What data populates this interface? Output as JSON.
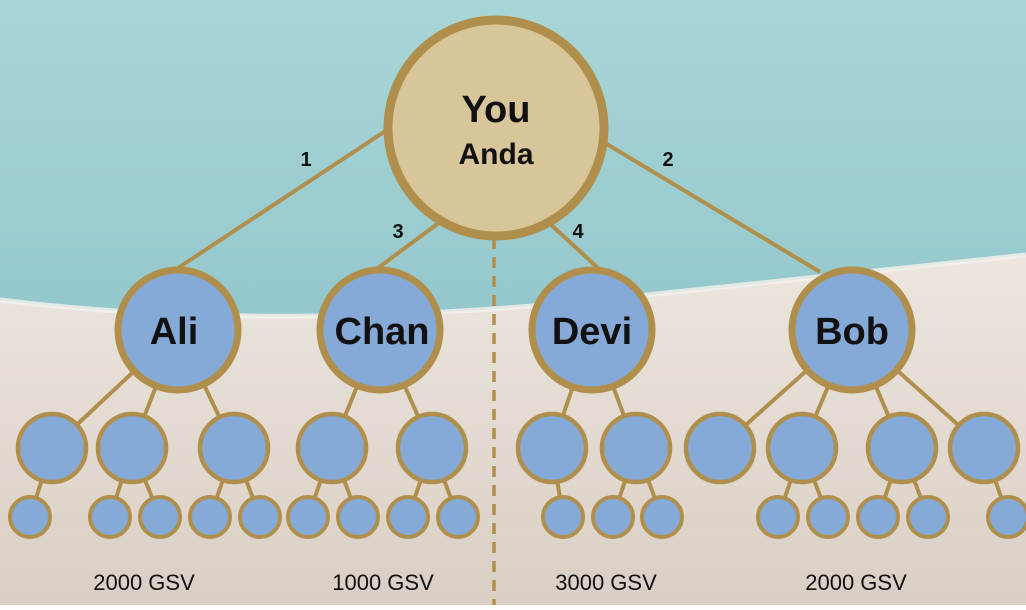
{
  "root": {
    "title": "You",
    "subtitle": "Anda"
  },
  "edges": {
    "ali": "1",
    "bob": "2",
    "chan": "3",
    "devi": "4"
  },
  "members": {
    "ali": "Ali",
    "chan": "Chan",
    "devi": "Devi",
    "bob": "Bob"
  },
  "gsv": {
    "ali_group": "2000 GSV",
    "chan_group": "1000 GSV",
    "devi_group": "3000 GSV",
    "bob_group": "2000 GSV"
  },
  "colors": {
    "gold": "#b08f4c",
    "root_fill": "#d8c59a",
    "node_fill": "#86aad8",
    "sea": "#9fcfd4",
    "sand": "#e6dfd6"
  }
}
